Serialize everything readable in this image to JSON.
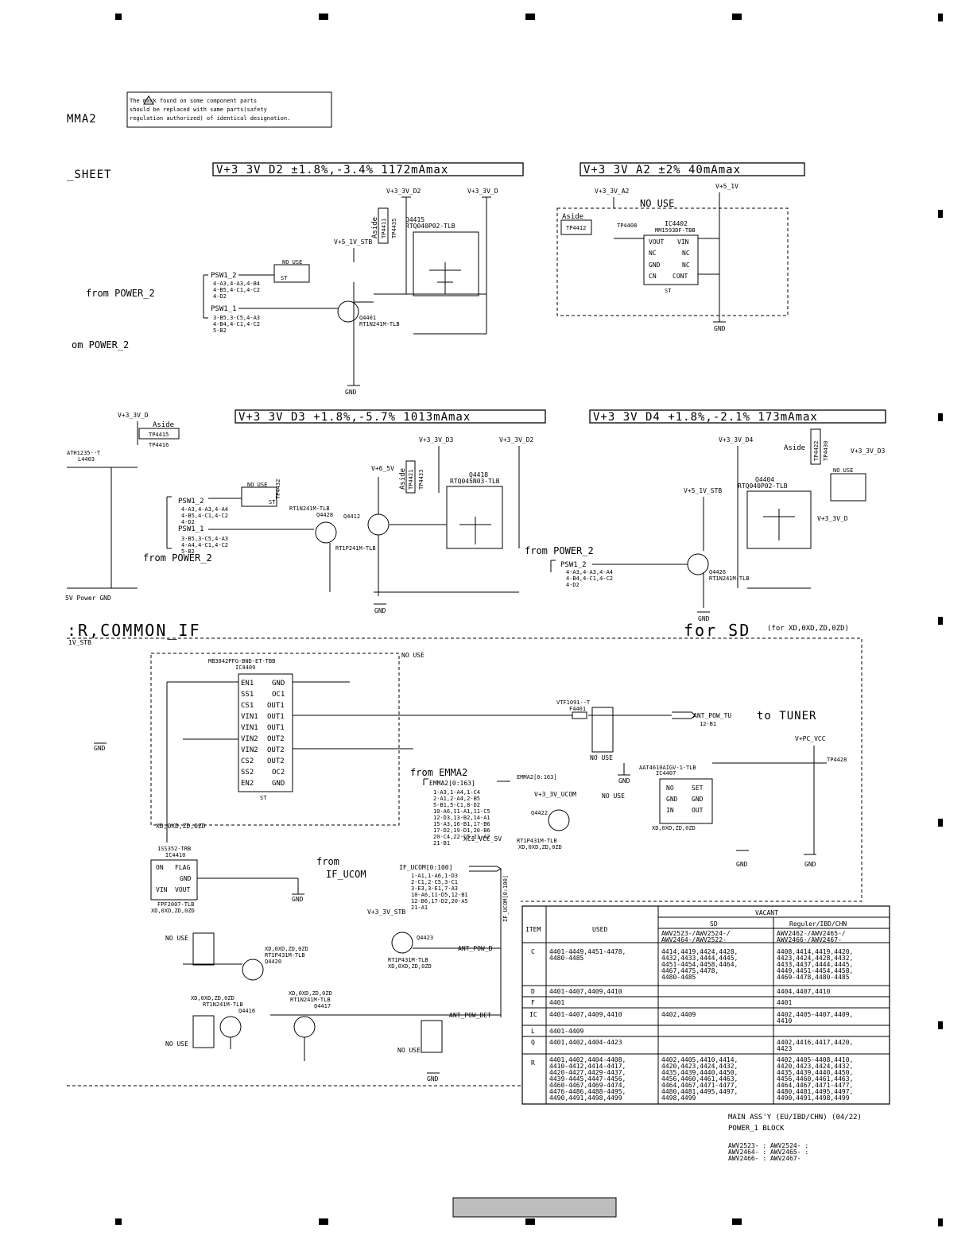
{
  "notice": {
    "line1": "The   mark found on some component parts",
    "line2": "should be replaced with same parts(safety",
    "line3": "regulation authorized) of identical designation."
  },
  "edge_labels": {
    "emma2": "MMA2",
    "sheet": "_SHEET",
    "from_power2_a": "from POWER_2",
    "om_power2": "om POWER_2",
    "from_power2_b": "from POWER_2",
    "from_power2_c": "from POWER_2",
    "common_if": ":R,COMMON_IF",
    "for_sd": "for SD",
    "for_sd_variants": "(for XD,0XD,ZD,0ZD)",
    "to_tuner": "to TUNER",
    "from_emma2": "from EMMA2",
    "from_ifucom_1": "from",
    "from_ifucom_2": "IF_UCOM",
    "power_gnd": "5V Power GND"
  },
  "rail_headers": {
    "d2": "V+3_3V_D2 ±1.8%,-3.4% 1172mAmax",
    "a2": "V+3_3V_A2 ±2% 40mAmax",
    "d3": "V+3_3V_D3 +1.8%,-5.7% 1013mAmax",
    "d4": "V+3_3V_D4 +1.8%,-2.1% 173mAmax"
  },
  "nets": {
    "v33_d2": "V+3_3V_D2",
    "v33_d": "V+3_3V_D",
    "v33_a2": "V+3_3V_A2",
    "v5_1v": "V+5_1V",
    "v51_stb": "V+5_1V_STB",
    "v33_d3": "V+3_3V_D3",
    "v6_5v": "V+6_5V",
    "v33_d4": "V+3_3V_D4",
    "v33_ucom": "V+3_3V_UCOM",
    "v33_stb": "V+3_3V_STB",
    "vpc_vcc": "V+PC_VCC",
    "gnd": "GND",
    "psw1_2": "PSW1_2",
    "psw1_1": "PSW1_1",
    "ant_pow_tu": "ANT_POW_TU",
    "ant_pow_b": "ANT_POW_B",
    "ant_pow_det": "ANT_POW_DET",
    "emma2_bus": "EMMA2[0:163]",
    "ifucom_bus": "IF_UCOM[0:100]",
    "xci_vcc": "XCI_VCC_5V",
    "v1_stb": "1V_STB"
  },
  "labels": {
    "no_use": "NO USE",
    "aside": "Aside",
    "st": "ST",
    "nouse_short": "NO USE",
    "tp4411": "TP4411",
    "tp4435": "TP4435",
    "tp4412": "TP4412",
    "tp4408": "TP4408",
    "tp4415": "TP4415",
    "tp4416": "TP4416",
    "tp4432": "TP4432",
    "tp4421": "TP4421",
    "tp4433": "TP4433",
    "tp4422": "TP4422",
    "tp4430": "TP4430",
    "tp4428": "TP4428",
    "q4415": "Q4415",
    "q4415_pn": "RTQ040P02-TLB",
    "q4401": "Q4401",
    "q4401_pn": "RT1N241M-TLB",
    "ic4402": "IC4402",
    "ic4402_pn": "MM1593DF-TBB",
    "q4418": "Q4418",
    "q4418_pn": "RTQ045N03-TLB",
    "q4428": "Q4428",
    "q4428_pn": "RT1N241M-TLB",
    "q4412": "Q4412",
    "q4412_pn": "RT1P241M-TLB",
    "q4404": "Q4404",
    "q4404_pn": "RTQ040P02-TLB",
    "q4426": "Q4426",
    "q4426_pn": "RT1N241M-TLB",
    "ic4409": "IC4409",
    "ic4409_pn": "MB3842PFG-BND-ET-TBB",
    "ic4407": "IC4407",
    "ic4407_pn": "AAT4610AIGV-1-TLB",
    "ic4410": "IC4410",
    "ic4410_pn": "FPF2007-TLB",
    "d4410_pn": "1SS352-TRB",
    "q4422": "Q4422",
    "q4422_pn": "RT1P431M-TLB",
    "q4423": "Q4423",
    "q4423_pn": "RT1P431M-TLB",
    "q4420": "Q4420",
    "q4420_pn": "RT1P431M-TLB",
    "q4416": "Q4416",
    "q4416_pn": "RT1N241M-TLB",
    "q4417": "Q4417",
    "q4417_pn": "RT1N241M-TLB",
    "f4401": "F4401",
    "f4401_pn": "VTF1091--T",
    "l4403": "L4403",
    "l4403_pn": "ATH1235--T",
    "xd_all": "XD,0XD,ZD,0ZD"
  },
  "psw_refs": {
    "a1": "4-A3,4-A3,4-B4",
    "a2": "4-B5,4-C1,4-C2",
    "a3": "4-D2",
    "b1": "3-B5,3-C5,4-A3",
    "b2": "4-B4,4-C1,4-C2",
    "b3": "5-B2",
    "c1": "4-A3,4-A3,4-A4",
    "c2": "4-B5,4-C1,4-C2",
    "c3": "4-D2",
    "d1": "3-B5,3-C5,4-A3",
    "d2": "4-A4,4-C1,4-C2",
    "d3": "5-B2",
    "e1": "4-A3,4-A3,4-A4",
    "e2": "4-B4,4-C1,4-C2",
    "e3": "4-D2"
  },
  "ic4409_pins": {
    "left": [
      "EN1",
      "SS1",
      "CS1",
      "VIN1",
      "VIN1",
      "VIN2",
      "VIN2",
      "CS2",
      "SS2",
      "EN2"
    ],
    "right": [
      "GND",
      "OC1",
      "OUT1",
      "OUT1",
      "OUT1",
      "OUT2",
      "OUT2",
      "OUT2",
      "OC2",
      "GND"
    ]
  },
  "ic4402_pins": {
    "left": [
      "VOUT",
      "NC",
      "GND",
      "CN"
    ],
    "right": [
      "VIN",
      "NC",
      "NC",
      "CONT"
    ]
  },
  "ic4407_pins": {
    "left": [
      "NO",
      "GND",
      "IN"
    ],
    "right": [
      "SET",
      "GND",
      "OUT"
    ]
  },
  "ic4410_pins": [
    "FLAG",
    "ON",
    "GND",
    "VIN",
    "VOUT"
  ],
  "bus_refs": {
    "emma1": "1-A3,1-A4,1-C4",
    "emma2": "2-A1,2-A4,2-B5",
    "emma3": "5-B1,5-C1,8-D2",
    "emma4": "10-A6,11-A1,11-C5",
    "emma5": "12-D3,13-B2,14-A1",
    "emma6": "15-A3,16-B1,17-B6",
    "emma7": "17-D2,19-D1,20-B6",
    "emma8": "20-C4,22-C5,21-A2",
    "emma9": "21-B1",
    "ucom1": "1-A1,1-A6,1-D3",
    "ucom2": "2-C1,2-C5,3-C1",
    "ucom3": "3-E3,3-E1,7-A3",
    "ucom4": "10-A6,11-D5,12-B1",
    "ucom5": "12-B6,17-D2,20-A5",
    "ucom6": "21-A1",
    "tuner_ref": "12-B1"
  },
  "table": {
    "vacant": "VACANT",
    "item": "ITEM",
    "used": "USED",
    "sd": "SD",
    "reg": "Reguler/IBD/CHN",
    "sd_models_1": "AWV2523-/AWV2524-/",
    "sd_models_2": "AWV2464-/AWV2522-",
    "reg_models_1": "AWV2462-/AWV2465-/",
    "reg_models_2": "AWV2466-/AWV2467-",
    "rows": [
      {
        "item": "C",
        "used": [
          "4401-4449,4451-4478,",
          "4480-4485"
        ],
        "sd": [
          "4414,4419,4424,4428,",
          "4432,4433,4444,4445,",
          "4451-4454,4458,4464,",
          "4467,4475,4478,",
          "4480-4485"
        ],
        "reg": [
          "4408,4414,4419,4420,",
          "4423,4424,4428,4432,",
          "4433,4437,4444,4445,",
          "4449,4451-4454,4458,",
          "4469-4478,4480-4485"
        ]
      },
      {
        "item": "D",
        "used": [
          "4401-4407,4409,4410"
        ],
        "sd": [],
        "reg": [
          "4404,4407,4410"
        ]
      },
      {
        "item": "F",
        "used": [
          "4401"
        ],
        "sd": [],
        "reg": [
          "4401"
        ]
      },
      {
        "item": "IC",
        "used": [
          "4401-4407,4409,4410"
        ],
        "sd": [
          "4402,4409"
        ],
        "reg": [
          "4402,4405-4407,4409,",
          "4410"
        ]
      },
      {
        "item": "L",
        "used": [
          "4401-4409"
        ],
        "sd": [],
        "reg": []
      },
      {
        "item": "Q",
        "used": [
          "4401,4402,4404-4423"
        ],
        "sd": [],
        "reg": [
          "4402,4416,4417,4420,",
          "4423"
        ]
      },
      {
        "item": "R",
        "used": [
          "4401,4402,4404-4408,",
          "4410-4412,4414-4417,",
          "4420-4427,4429-4437,",
          "4439-4445,4447-4456,",
          "4460-4467,4469-4474,",
          "4476-4486,4488-4495,",
          "4490,4491,4498,4499"
        ],
        "sd": [
          "4402,4405,4410,4414,",
          "4420,4423,4424,4432,",
          "4435,4439,4440,4450,",
          "4456,4460,4461,4463,",
          "4464,4467,4471-4477,",
          "4480,4481,4495,4497,",
          "4498,4499"
        ],
        "reg": [
          "4402,4405-4408,4410,",
          "4420,4423,4424,4432,",
          "4435,4439,4440,4450,",
          "4456,4460,4461,4463,",
          "4464,4467,4471-4477,",
          "4480,4481,4495,4497,",
          "4490,4491,4498,4499"
        ]
      }
    ]
  },
  "footer": {
    "title": "MAIN ASS'Y (EU/IBD/CHN) (04/22)",
    "block": "POWER_1 BLOCK",
    "m1": "AWV2523- : AWV2524- :",
    "m2": "AWV2464- : AWV2465- :",
    "m3": "AWV2466- : AWV2467-"
  }
}
